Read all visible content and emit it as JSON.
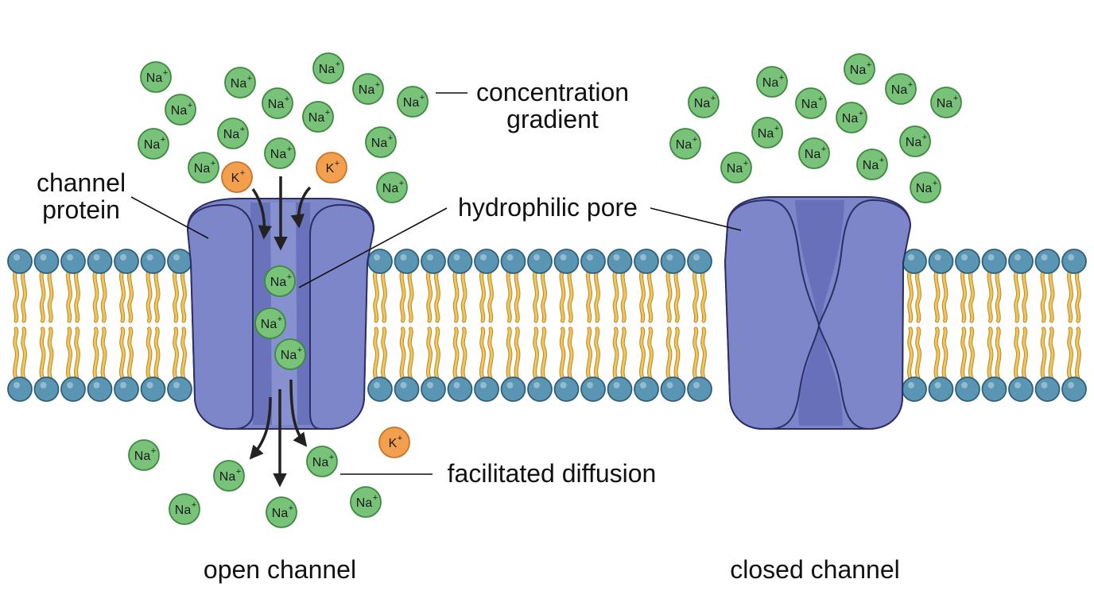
{
  "labels": {
    "concentration": [
      "concentration",
      "gradient"
    ],
    "channel_protein": [
      "channel",
      "protein"
    ],
    "hydrophilic_pore": "hydrophilic pore",
    "facilitated_diffusion": "facilitated diffusion",
    "open_channel": "open channel",
    "closed_channel": "closed channel"
  },
  "ions": {
    "sodium": "Na",
    "potassium": "K",
    "charge": "+"
  },
  "colors": {
    "sodium_fill": "#79c27a",
    "sodium_stroke": "#3d8a3f",
    "potassium_fill": "#f2a04d",
    "potassium_stroke": "#c9742a",
    "protein_fill": "#7d86c8",
    "protein_dark": "#5a63b0",
    "protein_stroke": "#2b2f66",
    "lipid_head": "#5b95b4",
    "lipid_head_stroke": "#2f5f78",
    "lipid_tail": "#f2c45c",
    "lipid_tail_stroke": "#b88a26",
    "arrow": "#222222"
  }
}
